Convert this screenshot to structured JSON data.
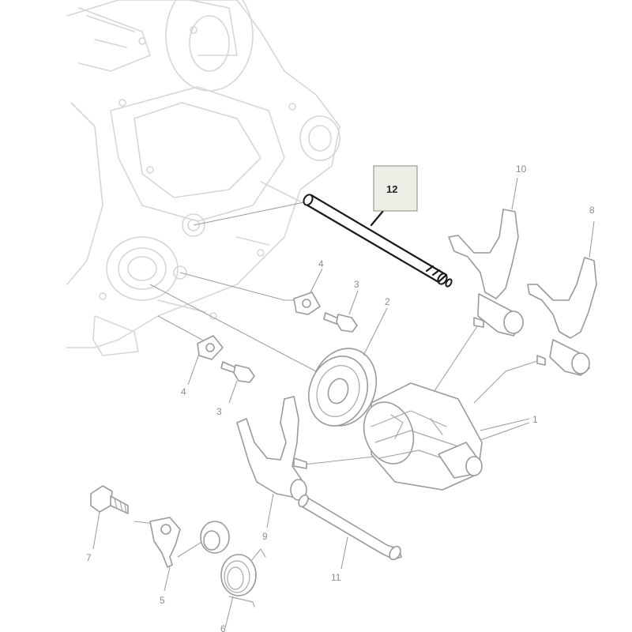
{
  "callout": {
    "label": "12"
  },
  "part_numbers": [
    {
      "id": "10",
      "label": "10"
    },
    {
      "id": "8",
      "label": "8"
    },
    {
      "id": "4a",
      "label": "4"
    },
    {
      "id": "3a",
      "label": "3"
    },
    {
      "id": "2",
      "label": "2"
    },
    {
      "id": "4b",
      "label": "4"
    },
    {
      "id": "3b",
      "label": "3"
    },
    {
      "id": "1",
      "label": "1"
    },
    {
      "id": "7",
      "label": "7"
    },
    {
      "id": "9",
      "label": "9"
    },
    {
      "id": "5",
      "label": "5"
    },
    {
      "id": "11",
      "label": "11"
    },
    {
      "id": "6",
      "label": "6"
    }
  ]
}
